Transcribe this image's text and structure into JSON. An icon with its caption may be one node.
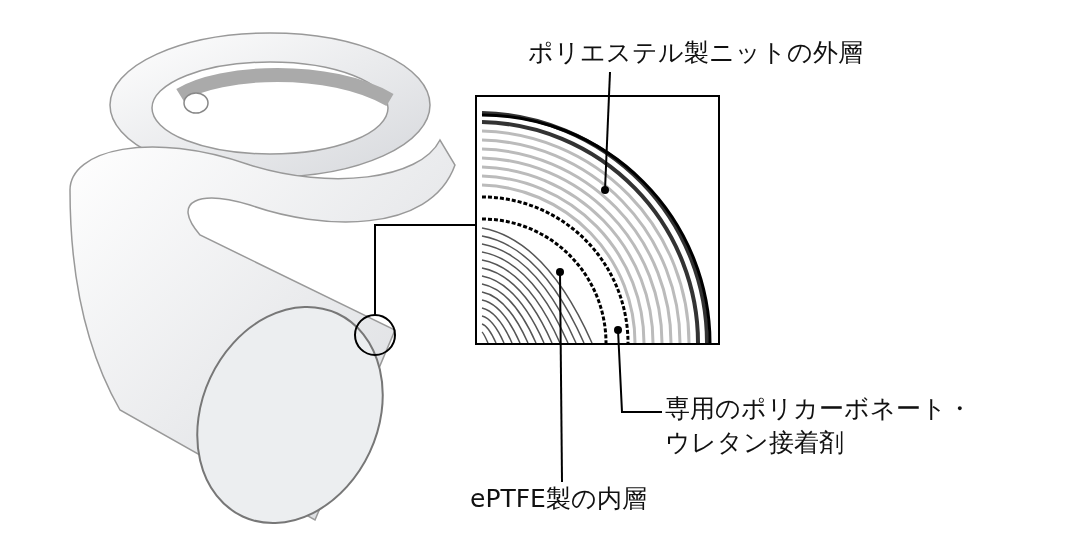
{
  "diagram": {
    "nodes": [
      {
        "text": [],
        "shape": "picture"
      },
      {
        "text": [],
        "shape": "circle",
        "in": 0
      },
      {
        "text": [],
        "shape": "picture"
      },
      {
        "text": [
          "ポリエステル製ニットの外層"
        ]
      },
      {
        "text": [
          "専用のポリカーボネート・ウレタン接着剤"
        ]
      },
      {
        "text": [
          "ePTFE製の内層"
        ]
      }
    ],
    "edges": [
      {
        "from": 1,
        "to": 2,
        "arrow": "none"
      },
      {
        "from": 3,
        "to": 2,
        "arrow": "other"
      },
      {
        "from": 4,
        "to": 2,
        "arrow": "other"
      },
      {
        "from": 5,
        "to": 2,
        "arrow": "other"
      }
    ]
  }
}
